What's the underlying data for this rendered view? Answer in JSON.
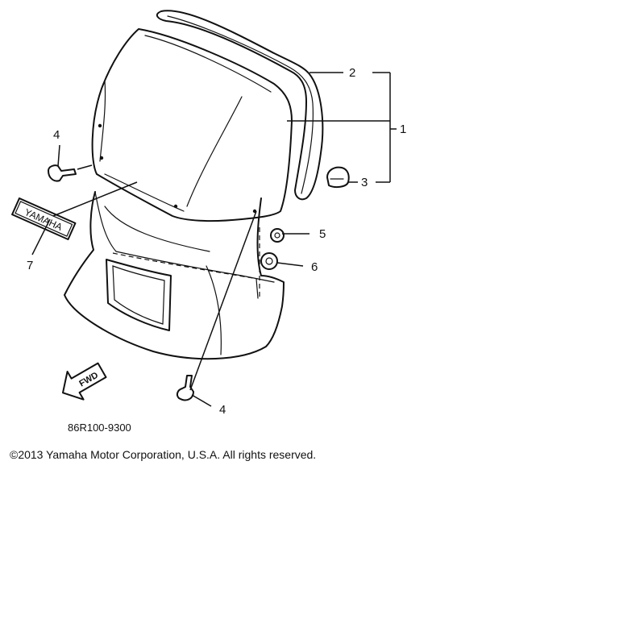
{
  "callouts": {
    "c1": "1",
    "c2": "2",
    "c3": "3",
    "c4_top": "4",
    "c4_bottom": "4",
    "c5": "5",
    "c6": "6",
    "c7": "7"
  },
  "emblem_text": "YAMAHA",
  "fwd_label": "FWD",
  "diagram_code": "86R100-9300",
  "copyright": "©2013 Yamaha Motor Corporation, U.S.A. All rights reserved.",
  "colors": {
    "ink": "#111111",
    "panel_fill": "#ececec",
    "screen_fill": "#dcdcdc",
    "background": "#ffffff"
  }
}
